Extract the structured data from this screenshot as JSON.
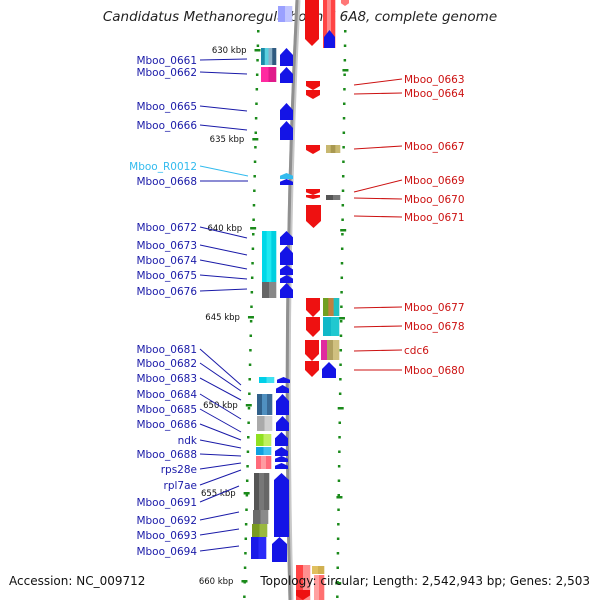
{
  "title": "Candidatus Methanoregula boonei 6A8, complete genome",
  "accession": "Accession: NC_009712",
  "summary": "Topology: circular; Length: 2,542,943 bp; Genes: 2,503",
  "colors": {
    "left_label": "#1a1aa8",
    "right_label": "#cc1111",
    "rna_label": "#33bbee",
    "gene_forward": "#1414e6",
    "gene_reverse": "#ee1111",
    "tick": "#1a8a1a",
    "backbone": "#909090"
  },
  "kbp_marks": [
    "630 kbp",
    "635 kbp",
    "640 kbp",
    "645 kbp",
    "650 kbp",
    "655 kbp",
    "660 kbp"
  ],
  "left_labels": [
    "Mboo_0661",
    "Mboo_0662",
    "Mboo_0665",
    "Mboo_0666",
    "Mboo_R0012",
    "Mboo_0668",
    "Mboo_0672",
    "Mboo_0673",
    "Mboo_0674",
    "Mboo_0675",
    "Mboo_0676",
    "Mboo_0681",
    "Mboo_0682",
    "Mboo_0683",
    "Mboo_0684",
    "Mboo_0685",
    "Mboo_0686",
    "ndk",
    "Mboo_0688",
    "rps28e",
    "rpl7ae",
    "Mboo_0691",
    "Mboo_0692",
    "Mboo_0693",
    "Mboo_0694"
  ],
  "right_labels": [
    "Mboo_0663",
    "Mboo_0664",
    "Mboo_0667",
    "Mboo_0669",
    "Mboo_0670",
    "Mboo_0671",
    "Mboo_0677",
    "Mboo_0678",
    "cdc6",
    "Mboo_0680"
  ]
}
